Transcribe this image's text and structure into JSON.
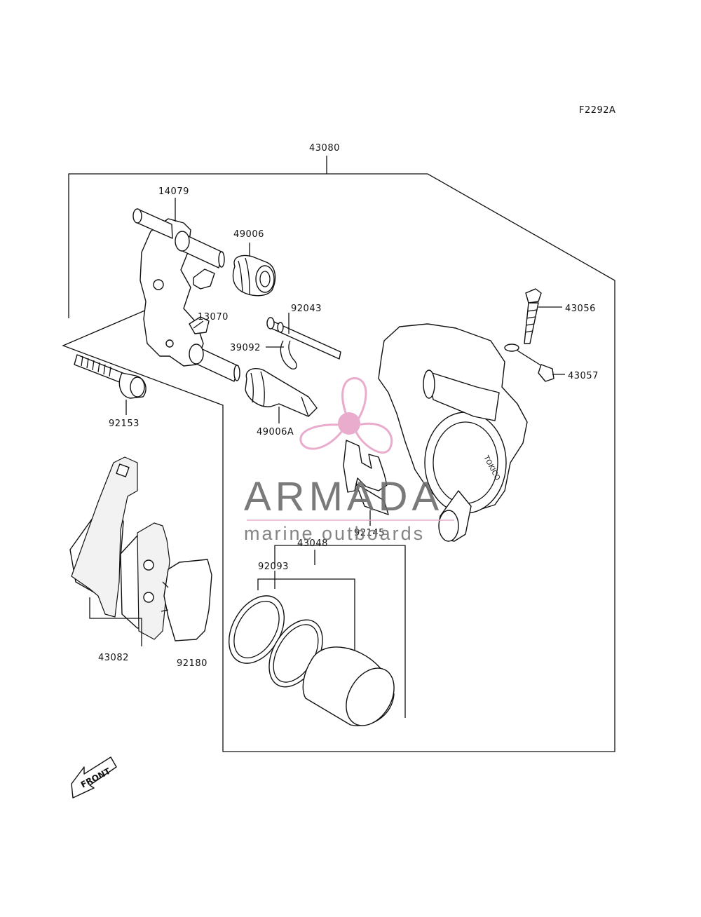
{
  "diagram_code": "F2292A",
  "parts": {
    "p43080": "43080",
    "p14079": "14079",
    "p49006": "49006",
    "p13070": "13070",
    "p92043": "92043",
    "p39092": "39092",
    "p43056": "43056",
    "p43057": "43057",
    "p92153": "92153",
    "p49006A": "49006A",
    "p92145": "92145",
    "p43048": "43048",
    "p92093": "92093",
    "p43082": "43082",
    "p92180": "92180"
  },
  "front_label": "FRONT",
  "caliper_marking": "TOKICO",
  "watermark": {
    "title": "ARMADA",
    "subtitle": "marine outboards",
    "accent_color": "#e8a6c8",
    "text_color": "#6f6f6f"
  }
}
